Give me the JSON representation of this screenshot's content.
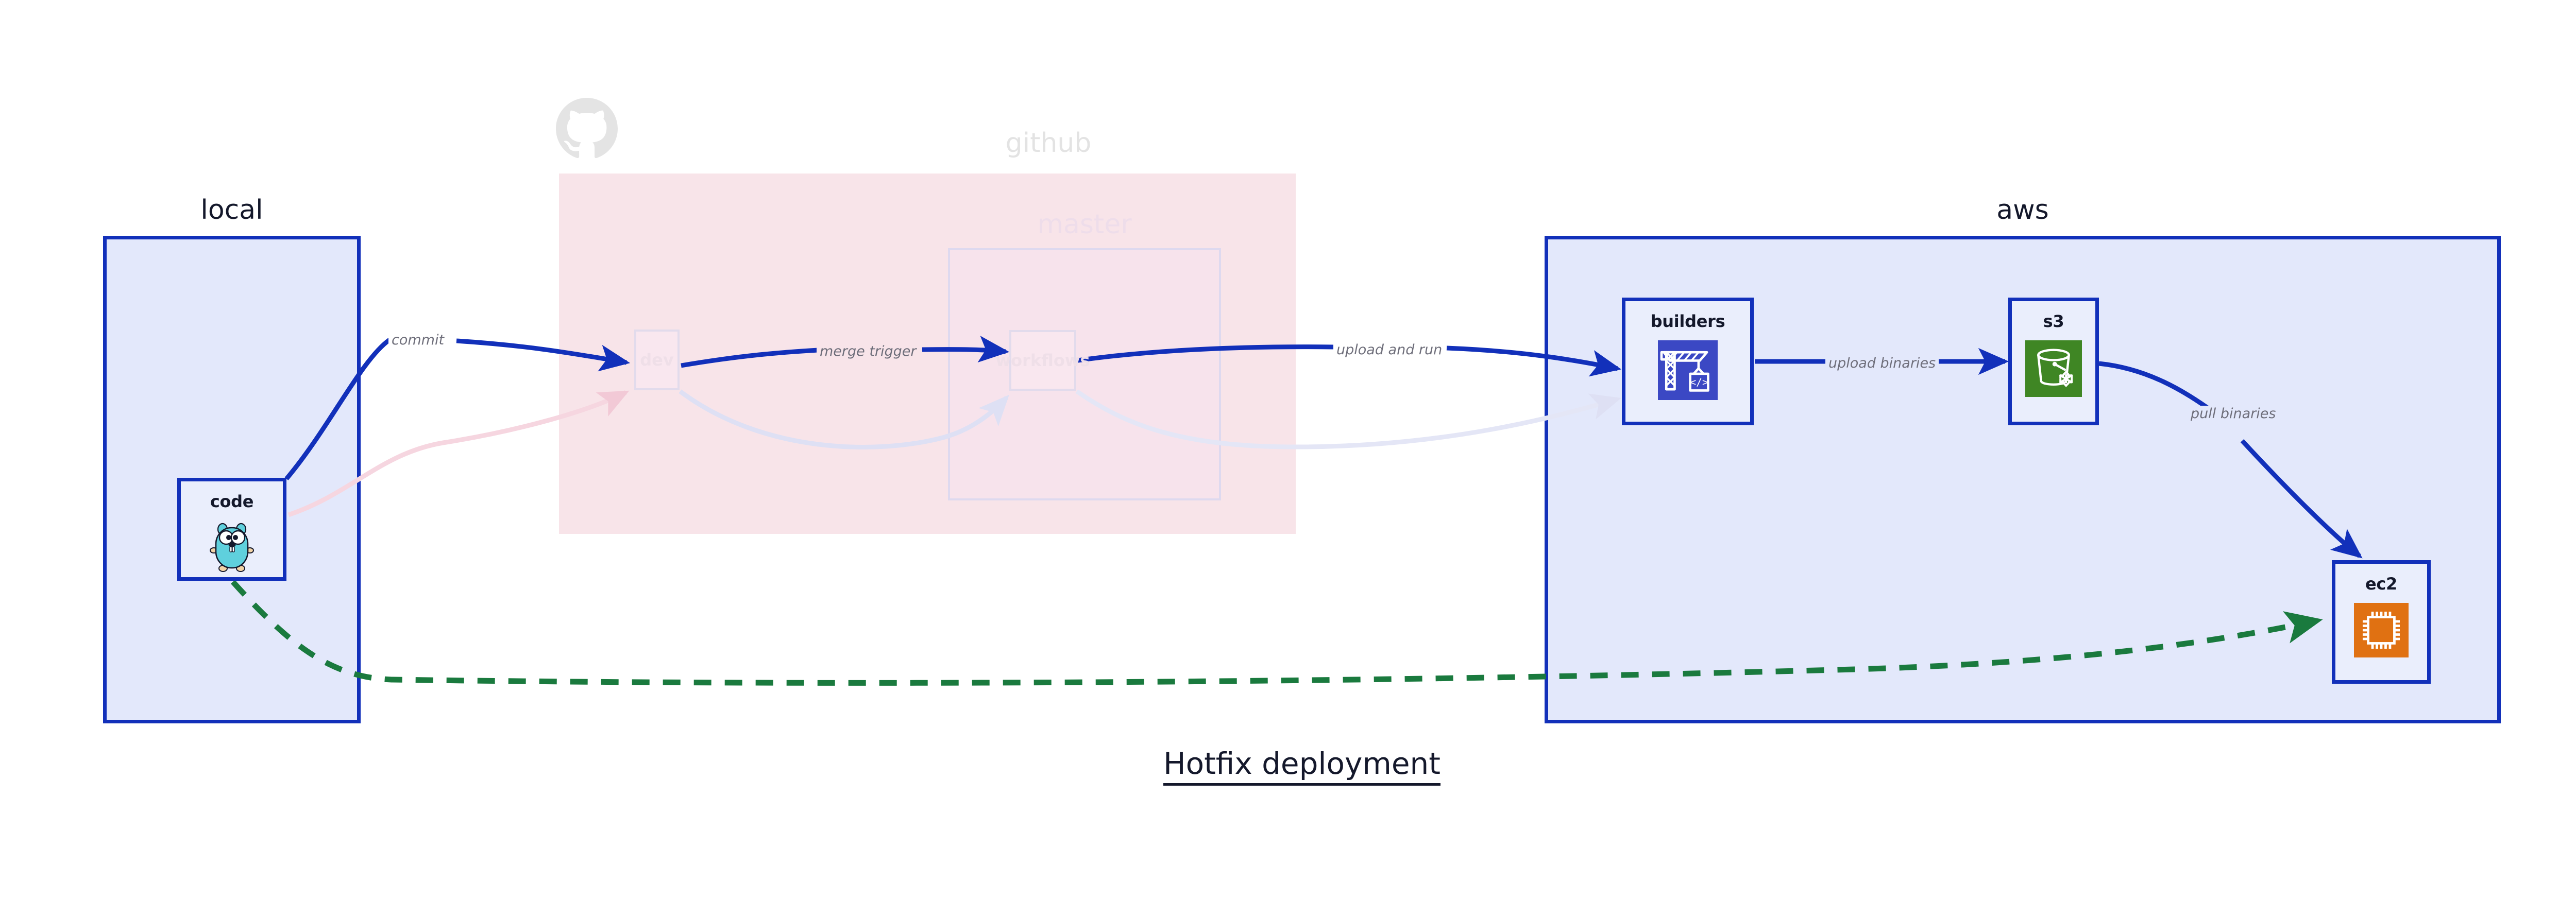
{
  "diagram": {
    "caption": "Hotfix deployment",
    "accent_blue": "#1230ba",
    "accent_green": "#1a7a3e",
    "group_fill_blue": "#e3e8fb",
    "group_fill_pink": "#f8e4e9",
    "node_fill": "#eaeefc",
    "label_gray": "#6e6e7a"
  },
  "groups": {
    "local": {
      "label": "local"
    },
    "github": {
      "label": "github",
      "logo_icon": "github-octocat-icon"
    },
    "master": {
      "label": "master"
    },
    "aws": {
      "label": "aws"
    }
  },
  "nodes": {
    "code": {
      "label": "code",
      "icon": "go-gopher-icon"
    },
    "dev": {
      "label": "dev"
    },
    "workflows": {
      "label": "workflows"
    },
    "builders": {
      "label": "builders",
      "icon": "aws-codebuild-crane-icon",
      "icon_color": "#3b48c4"
    },
    "s3": {
      "label": "s3",
      "icon": "aws-s3-glacier-bucket-icon",
      "icon_color": "#3f8624"
    },
    "ec2": {
      "label": "ec2",
      "icon": "aws-ec2-chip-icon",
      "icon_color": "#e07112"
    }
  },
  "edges": [
    {
      "id": "commit",
      "label": "commit",
      "from": "code",
      "to": "dev",
      "style": "solid-blue",
      "state": "active"
    },
    {
      "id": "merge-trigger",
      "label": "merge trigger",
      "from": "dev",
      "to": "workflows",
      "style": "solid-blue",
      "state": "active"
    },
    {
      "id": "upload-run",
      "label": "upload and run",
      "from": "workflows",
      "to": "builders",
      "style": "solid-blue",
      "state": "active"
    },
    {
      "id": "upload-bin",
      "label": "upload binaries",
      "from": "builders",
      "to": "s3",
      "style": "solid-blue",
      "state": "active"
    },
    {
      "id": "pull-bin",
      "label": "pull binaries",
      "from": "s3",
      "to": "ec2",
      "style": "solid-blue",
      "state": "active"
    },
    {
      "id": "hotfix-path",
      "label": "",
      "from": "code",
      "to": "ec2",
      "style": "dashed-green",
      "state": "active"
    },
    {
      "id": "faded-code-dev",
      "label": "",
      "from": "code",
      "to": "dev",
      "style": "solid-pink",
      "state": "faded"
    },
    {
      "id": "faded-dev-wf",
      "label": "",
      "from": "dev",
      "to": "workflows",
      "style": "solid-violet",
      "state": "faded"
    },
    {
      "id": "faded-wf-build",
      "label": "",
      "from": "workflows",
      "to": "builders",
      "style": "solid-violet",
      "state": "faded"
    }
  ]
}
